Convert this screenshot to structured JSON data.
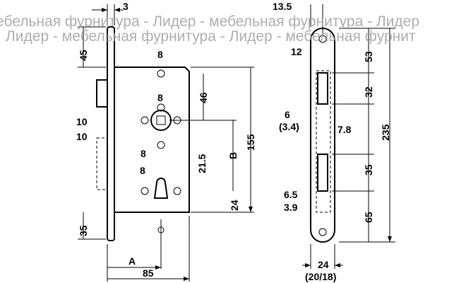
{
  "left_view": {
    "labels": [
      "3",
      "45",
      "8",
      "46",
      "8",
      "10",
      "10",
      "8",
      "21.5",
      "8",
      "B",
      "155",
      "24",
      "35",
      "A",
      "85"
    ]
  },
  "right_view": {
    "labels": [
      "13.5",
      "12",
      "53",
      "32",
      "6",
      "(3.4)",
      "7.8",
      "235",
      "35",
      "6.5",
      "3.9",
      "65",
      "24",
      "(20/18)"
    ]
  },
  "watermark": {
    "line1": "ебельная фурнитура - Лидер - мебельная фурнитура - Лидер",
    "line2": "Лидер - мебельная фурнитура - Лидер - мебельная фурнит"
  }
}
